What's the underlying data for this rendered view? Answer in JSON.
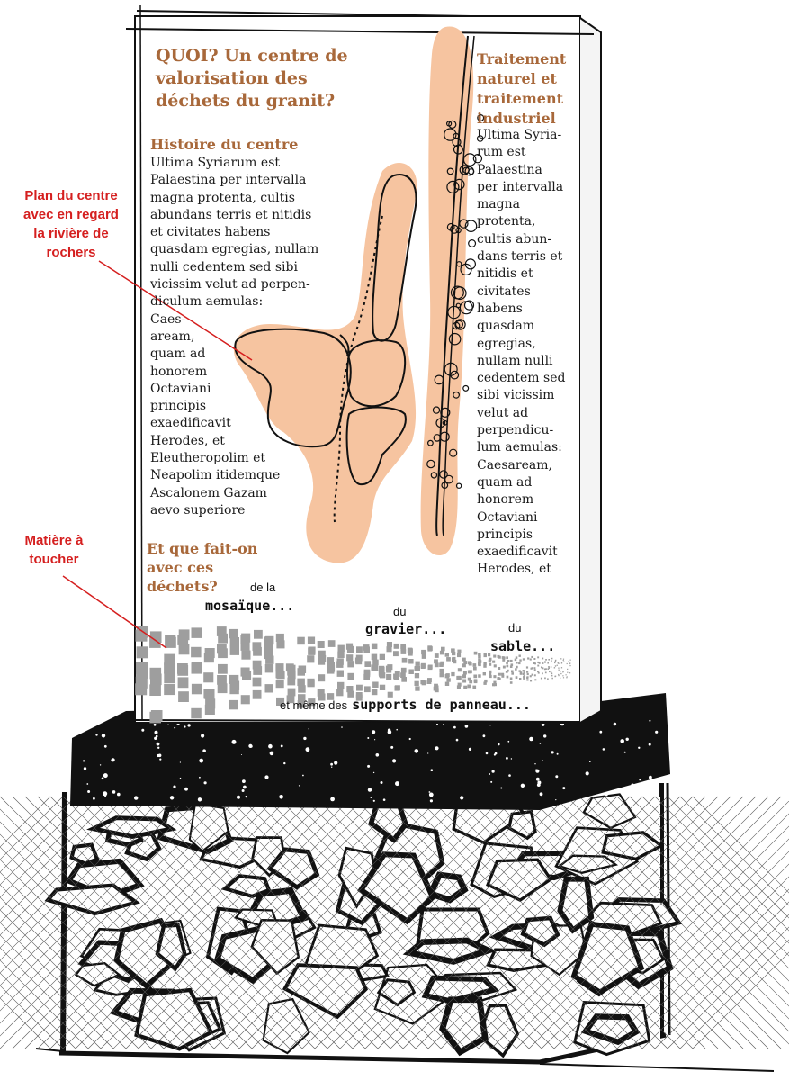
{
  "panel": {
    "title_lines": [
      "QUOI? Un centre de",
      "valorisation des",
      "déchets du granit?"
    ],
    "history": {
      "heading": "Histoire du centre",
      "text": "Ultima Syriarum est\nPalaestina per intervalla\nmagna protenta, cultis\nabundans terris et nitidis\net civitates habens\nquasdam egregias, nullam\nnulli cedentem sed sibi\nvicissim velut ad perpen-\ndiculum aemulas:\nCaes-\naream,\nquam ad\nhonorem\nOctaviani\nprincipis\nexaedificavit\nHerodes, et\nEleutheropolim et\nNeapolim itidemque\nAscalonem Gazam\naevo superiore"
    },
    "treatment": {
      "heading_lines": [
        "Traitement",
        "naturel et",
        "traitement",
        "industriel"
      ],
      "text": "Ultima Syria-\nrum est\nPalaestina\nper intervalla\nmagna\nprotenta,\ncultis abun-\ndans terris et\nnitidis et\ncivitates\nhabens\nquasdam\negregias,\nnullam nulli\ncedentem sed\nsibi vicissim\nvelut ad\nperpendicu-\nlum aemulas:\nCaesaream,\nquam ad\nhonorem\nOctaviani\nprincipis\nexaedificavit\nHerodes, et"
    },
    "question_lines": [
      "Et que fait-on",
      "avec ces",
      "déchets?"
    ],
    "products": {
      "mosaic_prefix": "de la",
      "mosaic": "mosaïque...",
      "gravel_prefix": "du",
      "gravel": "gravier...",
      "sand_prefix": "du",
      "sand": "sable...",
      "supports_prefix": "et même des",
      "supports": "supports de panneau..."
    }
  },
  "callouts": {
    "plan": "Plan du centre\navec en regard\nla rivière de\nrochers",
    "material": "Matière à\ntoucher"
  },
  "colors": {
    "heading": "#a8683a",
    "callout": "#d51f1f",
    "map_fill": "#f6c4a0",
    "granules": "#9e9e9e",
    "ink": "#111111"
  }
}
